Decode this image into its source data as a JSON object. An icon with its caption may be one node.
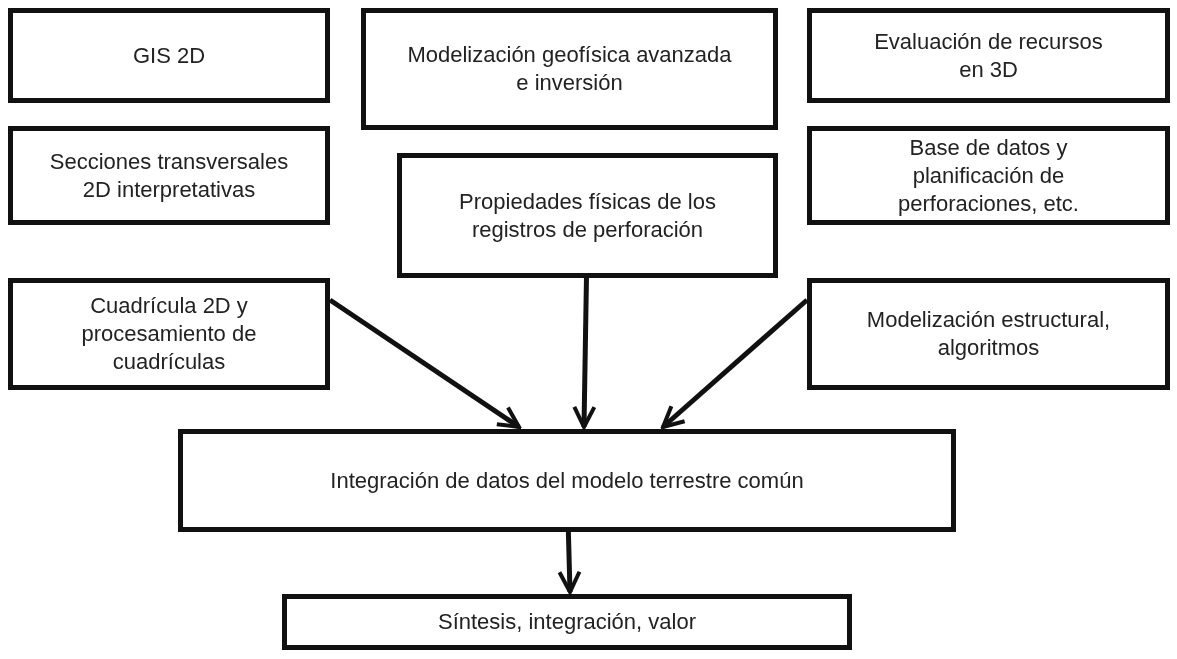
{
  "diagram": {
    "nodes": [
      {
        "text": [
          "GIS 2D"
        ]
      },
      {
        "text": [
          "Modelización geofísica avanzada e inversión"
        ]
      },
      {
        "text": [
          "Evaluación de recursos en 3D"
        ]
      },
      {
        "text": [
          "Secciones transversales 2D interpretativas"
        ]
      },
      {
        "text": [
          "Propiedades físicas de los registros de perforación"
        ]
      },
      {
        "text": [
          "Base de datos y planificación de perforaciones, etc."
        ]
      },
      {
        "text": [
          "Cuadrícula 2D y procesamiento de cuadrículas"
        ]
      },
      {
        "text": [
          "Modelización estructural, algoritmos"
        ]
      },
      {
        "text": [
          "Integración de datos del modelo terrestre común"
        ]
      },
      {
        "text": [
          "Síntesis, integración, valor"
        ]
      }
    ],
    "edges": [
      {
        "from": 6,
        "to": 8,
        "arrow": "to"
      },
      {
        "from": 4,
        "to": 8,
        "arrow": "to"
      },
      {
        "from": 7,
        "to": 8,
        "arrow": "to"
      },
      {
        "from": 8,
        "to": 9,
        "arrow": "to"
      }
    ]
  }
}
